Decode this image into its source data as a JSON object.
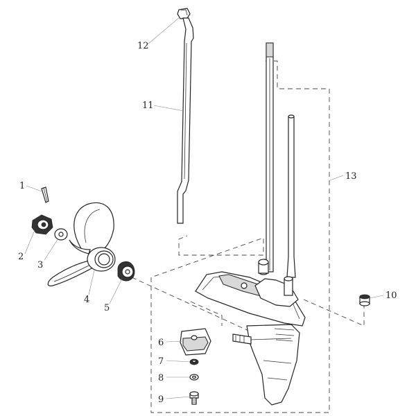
{
  "diagram": {
    "labels": {
      "p1": "1",
      "p2": "2",
      "p3": "3",
      "p4": "4",
      "p5": "5",
      "p6": "6",
      "p7": "7",
      "p8": "8",
      "p9": "9",
      "p10": "10",
      "p11": "11",
      "p12": "12",
      "p13": "13"
    }
  }
}
